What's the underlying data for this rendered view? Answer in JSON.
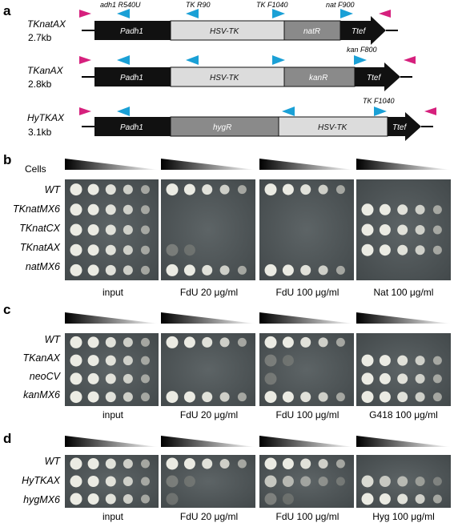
{
  "panel_a": {
    "label": "a",
    "constructs": [
      {
        "name": "TKnatAX",
        "size": "2.7kb",
        "segments": [
          {
            "label": "Padh1",
            "tone": "dark"
          },
          {
            "label": "HSV-TK",
            "tone": "light"
          },
          {
            "label": "natR",
            "tone": "mid"
          },
          {
            "label": "Ttef",
            "tone": "dark"
          }
        ],
        "primer_labels": [
          "adh1 R540U",
          "TK R90",
          "TK F1040",
          "nat F900"
        ]
      },
      {
        "name": "TKanAX",
        "size": "2.8kb",
        "segments": [
          {
            "label": "Padh1",
            "tone": "dark"
          },
          {
            "label": "HSV-TK",
            "tone": "light"
          },
          {
            "label": "kanR",
            "tone": "mid"
          },
          {
            "label": "Ttef",
            "tone": "dark"
          }
        ],
        "primer_labels": [
          "kan F800"
        ]
      },
      {
        "name": "HyTKAX",
        "size": "3.1kb",
        "segments": [
          {
            "label": "Padh1",
            "tone": "dark"
          },
          {
            "label": "hygR",
            "tone": "mid"
          },
          {
            "label": "HSV-TK",
            "tone": "light"
          },
          {
            "label": "Ttef",
            "tone": "dark"
          }
        ],
        "primer_labels": [
          "TK F1040"
        ]
      }
    ]
  },
  "cells_label": "Cells",
  "panel_b": {
    "label": "b",
    "strains": [
      "WT",
      "TKnatMX6",
      "TKnatCX",
      "TKnatAX",
      "natMX6"
    ],
    "conditions": [
      "input",
      "FdU 20 μg/ml",
      "FdU 100 μg/ml",
      "Nat 100 μg/ml"
    ]
  },
  "panel_c": {
    "label": "c",
    "strains": [
      "WT",
      "TKanAX",
      "neoCV",
      "kanMX6"
    ],
    "conditions": [
      "input",
      "FdU 20 μg/ml",
      "FdU 100 μg/ml",
      "G418 100 μg/ml"
    ]
  },
  "panel_d": {
    "label": "d",
    "strains": [
      "WT",
      "HyTKAX",
      "hygMX6"
    ],
    "conditions": [
      "input",
      "FdU 20 μg/ml",
      "FdU 100 μg/ml",
      "Hyg 100 μg/ml"
    ]
  },
  "colors": {
    "primer_outer": "#d6207d",
    "primer_inner": "#1aa0d6",
    "segment_dark": "#111111",
    "segment_mid": "#8a8a8a",
    "segment_light": "#dcdcdc",
    "plate": "#4f5657"
  }
}
